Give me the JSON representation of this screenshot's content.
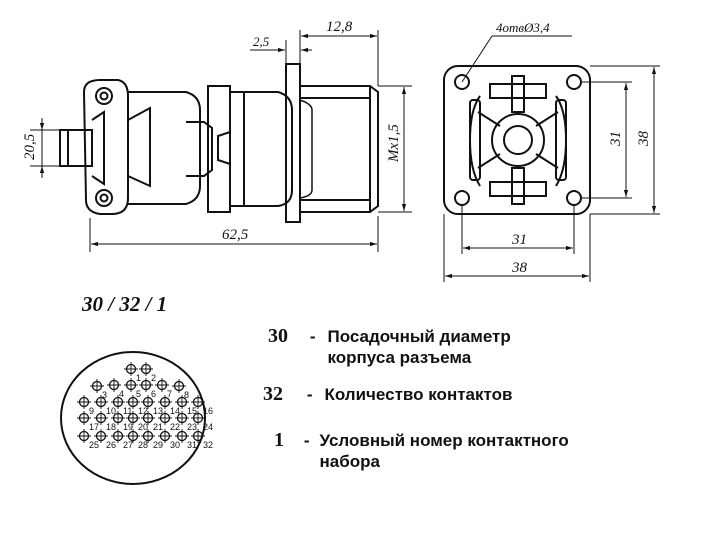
{
  "figure": {
    "code": "30 / 32 / 1",
    "side_view": {
      "dim_length": "62,5",
      "dim_height": "20,5",
      "dim_flange": "2,5",
      "dim_thread_len": "12,8",
      "dim_thread": "Мх1,5"
    },
    "front_view": {
      "holes_note": "4отвØ3,4",
      "dim_hole_spacing_h": "31",
      "dim_width": "38",
      "dim_hole_spacing_v": "31",
      "dim_height": "38"
    },
    "pin_layout": {
      "pin_numbers": [
        "1",
        "2",
        "3",
        "4",
        "5",
        "6",
        "7",
        "8",
        "9",
        "10",
        "11",
        "12",
        "13",
        "14",
        "15",
        "16",
        "17",
        "18",
        "19",
        "20",
        "21",
        "22",
        "23",
        "24",
        "25",
        "26",
        "27",
        "28",
        "29",
        "30",
        "31",
        "32"
      ]
    },
    "legend": [
      {
        "key": "30",
        "dash": "-",
        "line1": "Посадочный диаметр",
        "line2": "корпуса разъема"
      },
      {
        "key": "32",
        "dash": "-",
        "line1": "Количество контактов",
        "line2": ""
      },
      {
        "key": "1",
        "dash": "-",
        "line1": "Условный номер контактного",
        "line2": "набора"
      }
    ]
  }
}
